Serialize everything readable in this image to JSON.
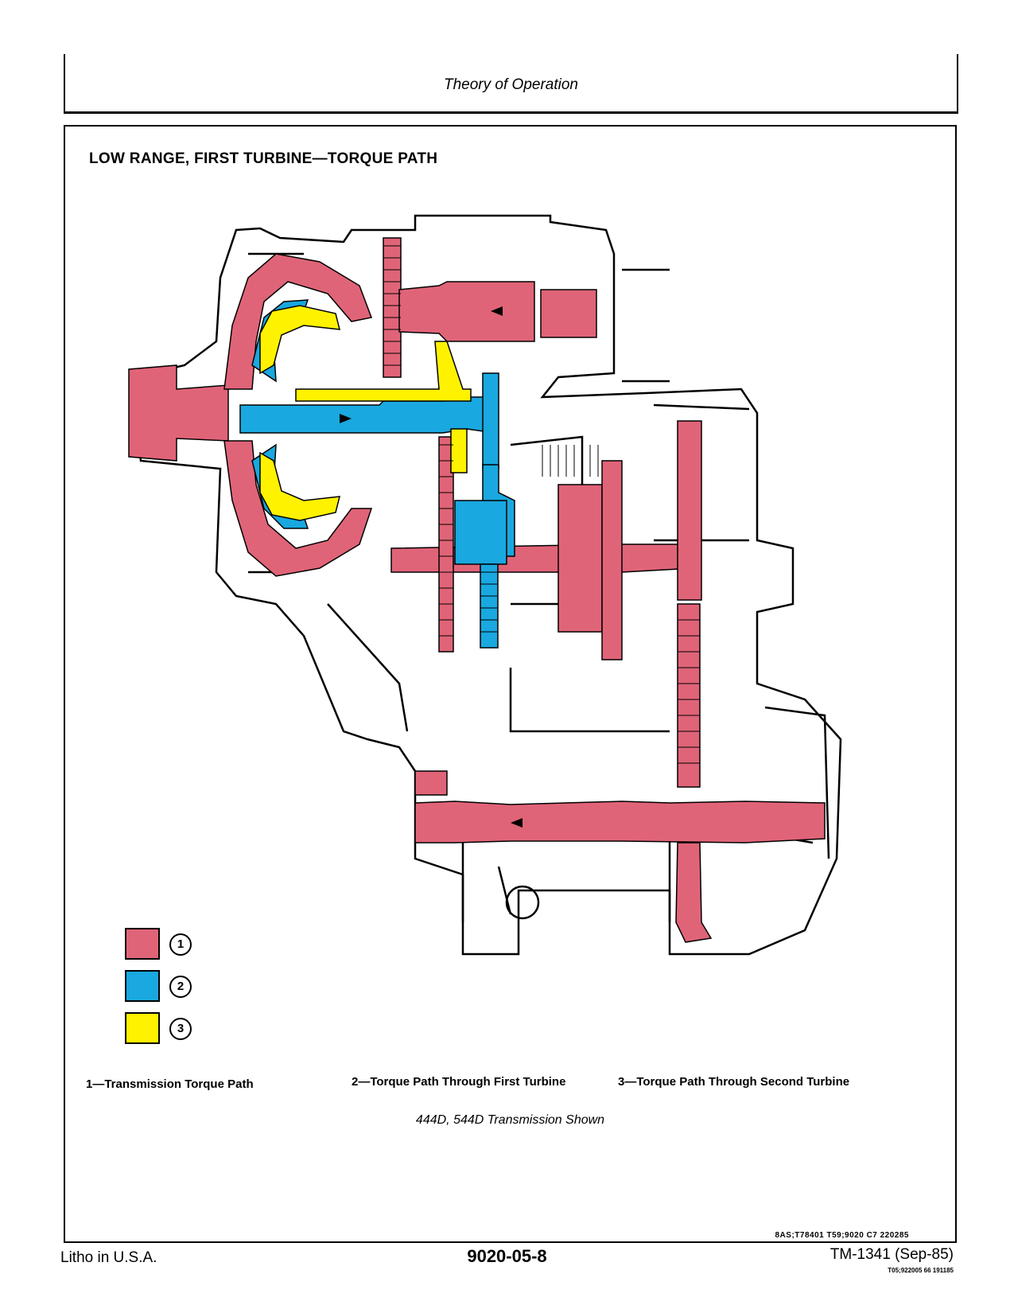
{
  "header": {
    "section_title": "Theory of Operation"
  },
  "figure": {
    "title": "LOW RANGE, FIRST TURBINE—TORQUE PATH",
    "legend": [
      {
        "number": "1",
        "color": "#e06478"
      },
      {
        "number": "2",
        "color": "#19a8df"
      },
      {
        "number": "3",
        "color": "#fff200"
      }
    ],
    "captions": [
      "1—Transmission Torque Path",
      "2—Torque Path Through First Turbine",
      "3—Torque Path Through Second Turbine"
    ],
    "subcaption": "444D, 544D Transmission Shown",
    "reference_code": "8AS;T78401  T59;9020  C7  220285"
  },
  "footer": {
    "left": "Litho in U.S.A.",
    "page_number": "9020-05-8",
    "manual": "TM-1341 (Sep-85)",
    "manual_code": "T05;922005  66  191185"
  }
}
